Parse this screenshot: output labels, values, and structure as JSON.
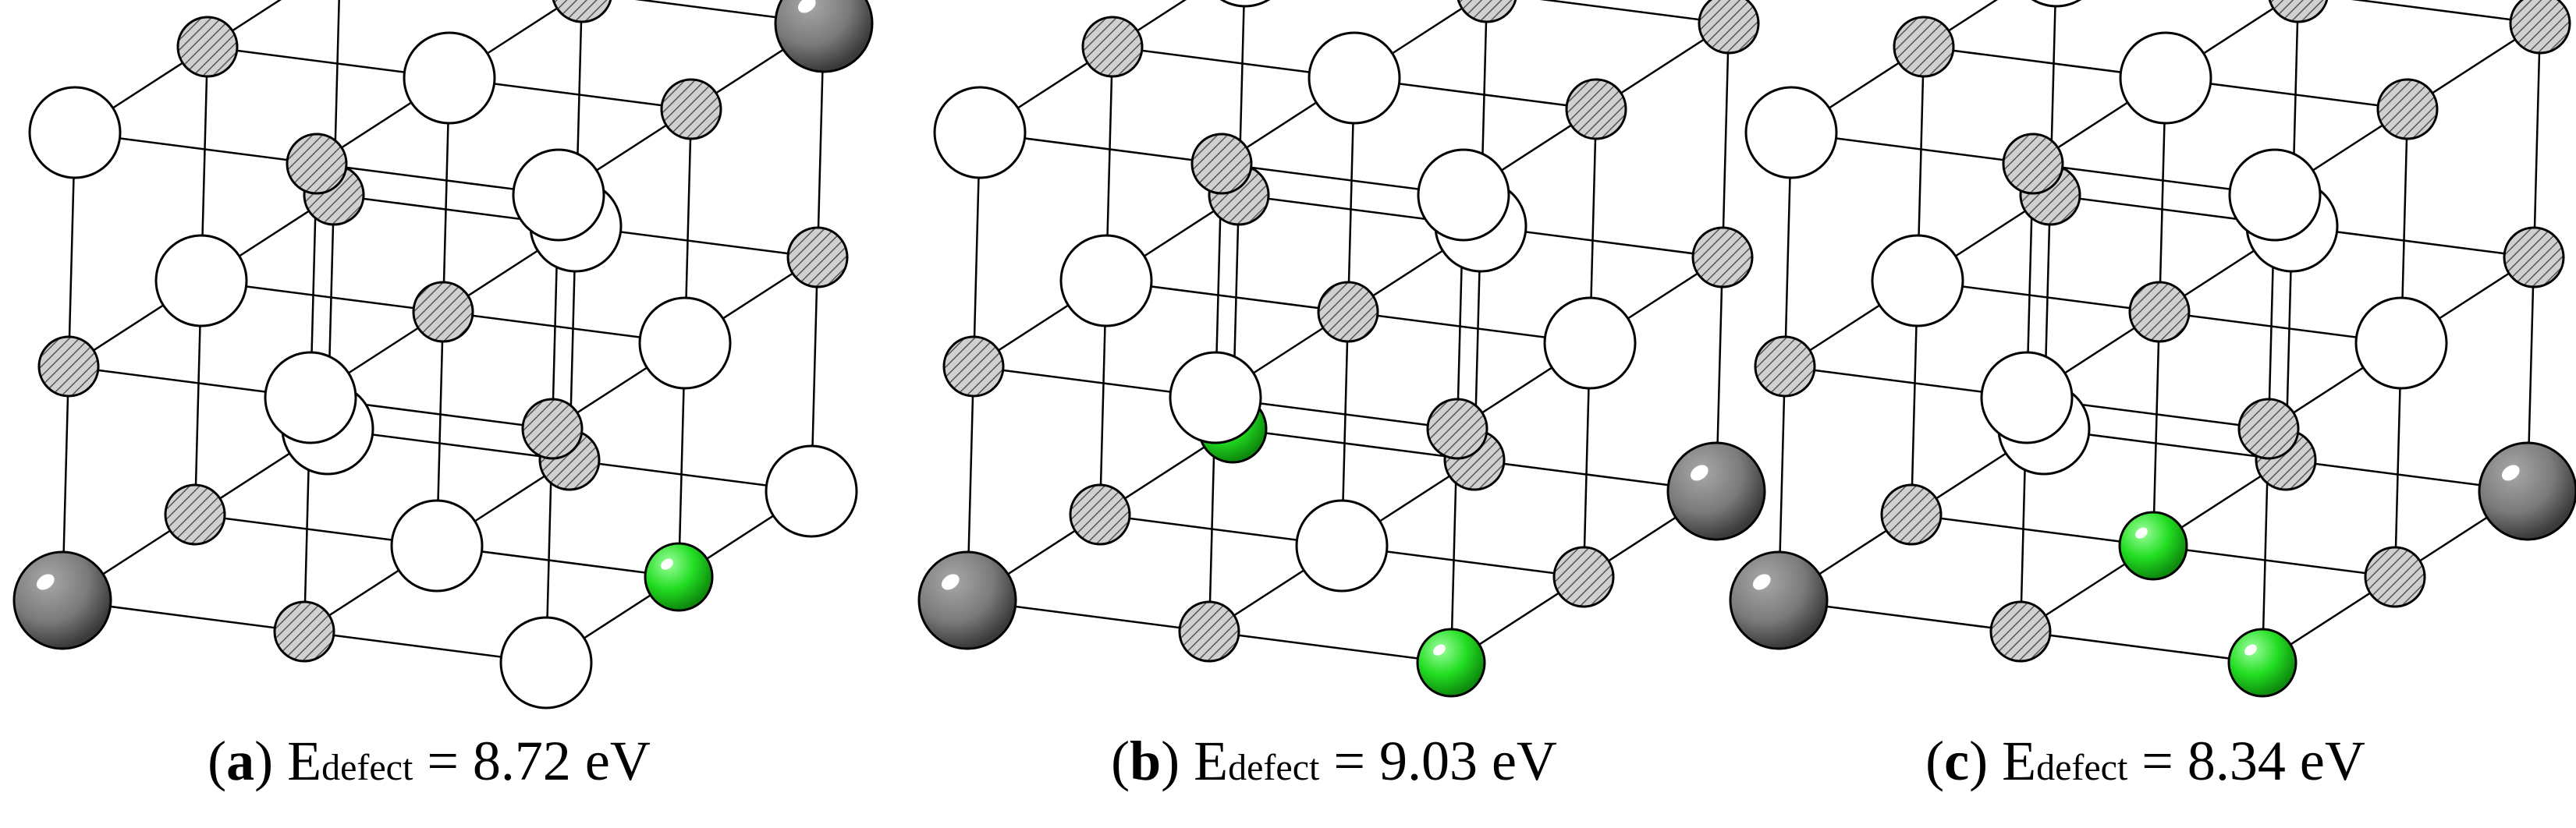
{
  "colors": {
    "host_atom": "#ffffff",
    "sublattice_atom": "hatched-gray",
    "green_dopant": "#22dd22",
    "gray_dopant": "#7a7a7a"
  },
  "panels": [
    {
      "letter": "a",
      "symbol": "E",
      "subscript": "defect",
      "equals": "=",
      "value": "8.72",
      "unit": "eV"
    },
    {
      "letter": "b",
      "symbol": "E",
      "subscript": "defect",
      "equals": "=",
      "value": "9.03",
      "unit": "eV"
    },
    {
      "letter": "c",
      "symbol": "E",
      "subscript": "defect",
      "equals": "=",
      "value": "8.34",
      "unit": "eV"
    }
  ]
}
